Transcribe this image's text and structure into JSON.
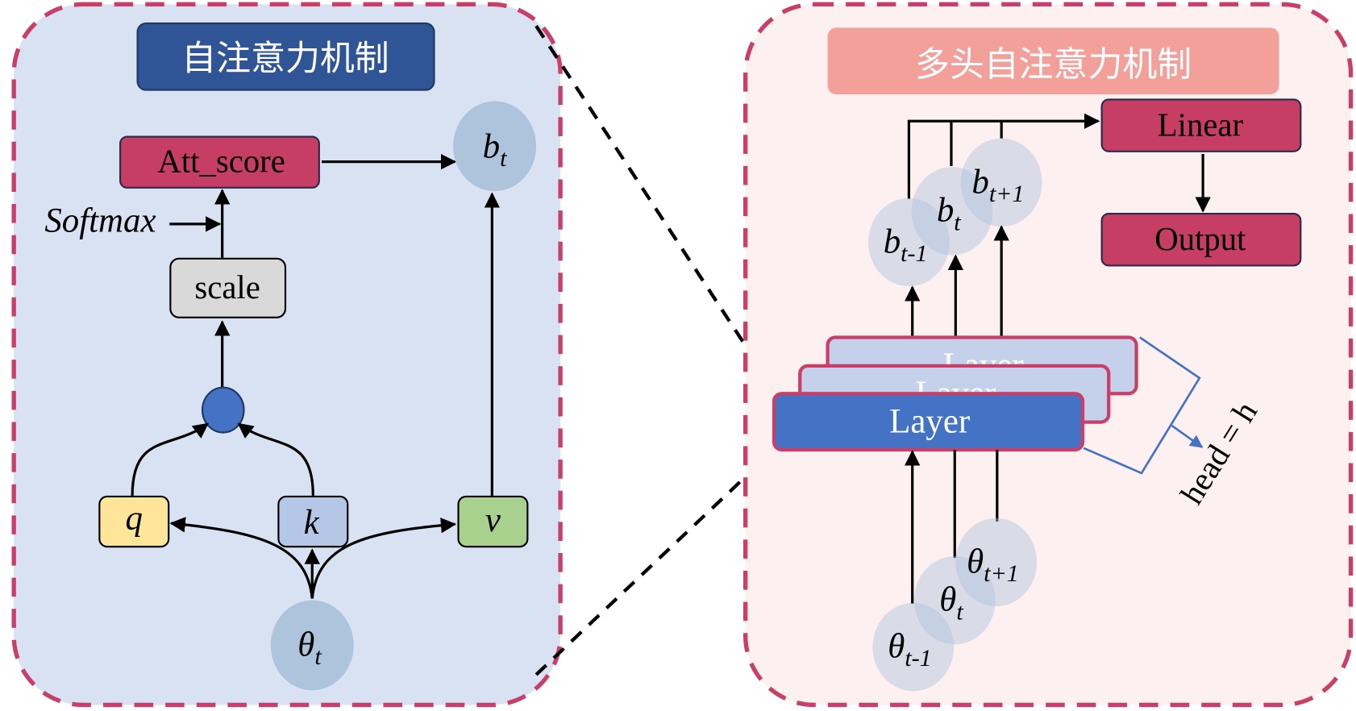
{
  "left_panel": {
    "title": "自注意力机制",
    "att_score": "Att_score",
    "softmax": "Softmax",
    "scale": "scale",
    "q": "q",
    "k": "k",
    "v": "v",
    "input_node": {
      "base": "θ",
      "sub": "t"
    },
    "output_node": {
      "base": "b",
      "sub": "t"
    }
  },
  "right_panel": {
    "title": "多头自注意力机制",
    "linear": "Linear",
    "output": "Output",
    "layers": [
      "Layer",
      "Layer",
      "Layer"
    ],
    "head_label": "head = h",
    "outputs": [
      {
        "base": "b",
        "sub": "t-1"
      },
      {
        "base": "b",
        "sub": "t"
      },
      {
        "base": "b",
        "sub": "t+1"
      }
    ],
    "inputs": [
      {
        "base": "θ",
        "sub": "t-1"
      },
      {
        "base": "θ",
        "sub": "t"
      },
      {
        "base": "θ",
        "sub": "t+1"
      }
    ]
  },
  "colors": {
    "panel_border": "#c8406a",
    "left_bg": "#d8e2f2",
    "right_bg": "#fdf0f0",
    "left_title_bg": "#2f5597",
    "right_title_bg": "#f4a09a",
    "crimson_box": "#c73e64",
    "scale_box": "#d9d9d9",
    "q_box": "#ffe599",
    "k_box": "#b4c7e7",
    "v_box": "#a9d18e",
    "node_circle": "#adc4dc",
    "dot_product": "#4472c4",
    "layer_front": "#4472c4",
    "layer_back": "#c5d0ea",
    "bracket": "#4472c4"
  }
}
